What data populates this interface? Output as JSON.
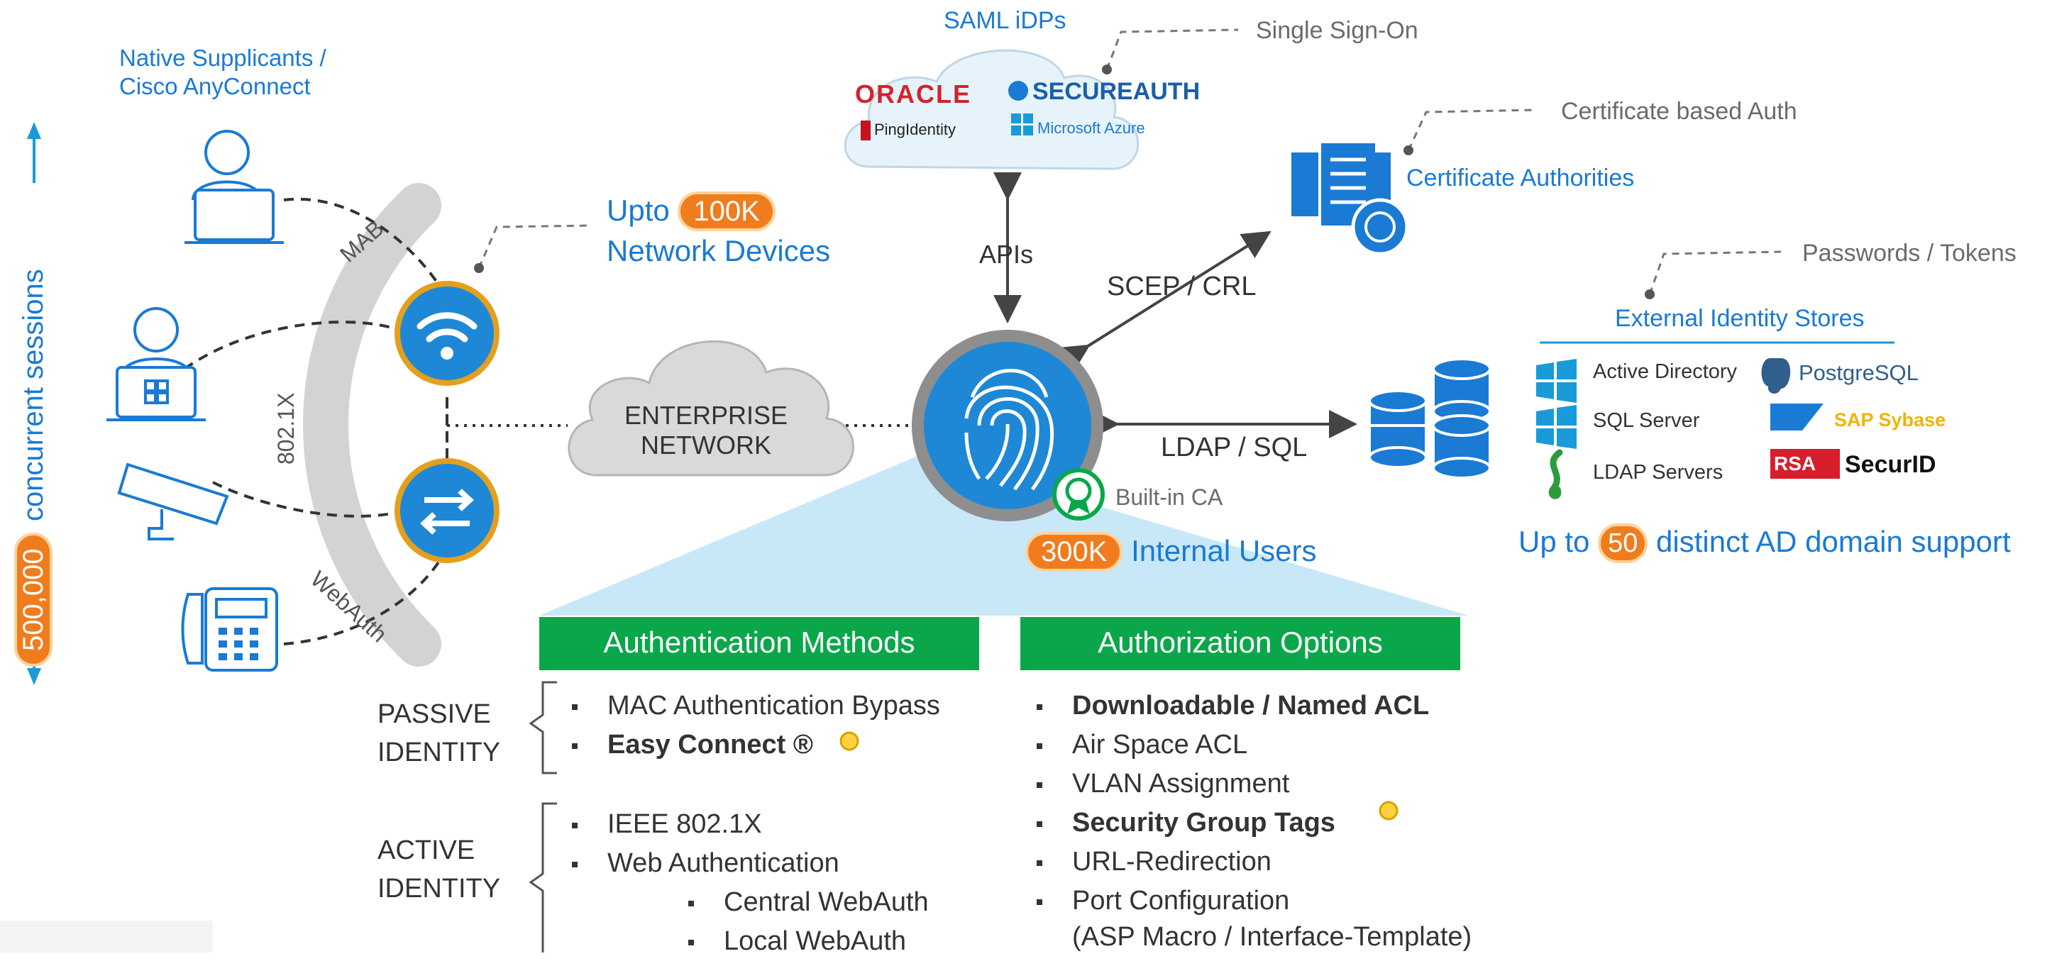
{
  "colors": {
    "blue": "#1a7ad4",
    "orange": "#f07c1e",
    "green": "#0aa74a",
    "grey": "#6b6b6b",
    "ring": "#d3d3d3",
    "hub": "#1e88d6"
  },
  "left": {
    "supplicants": [
      "Native Supplicants /",
      "Cisco AnyConnect"
    ],
    "sessions_count": "500,000",
    "sessions_label": "concurrent sessions",
    "arc_labels": {
      "mab": "MAB",
      "dot1x": "802.1X",
      "webauth": "WebAuth"
    },
    "endpoint_icons": [
      "mac-user-icon",
      "windows-user-icon",
      "camera-icon",
      "phone-icon"
    ]
  },
  "devices": {
    "prefix": "Upto",
    "count": "100K",
    "label": "Network Devices"
  },
  "network": {
    "line1": "ENTERPRISE",
    "line2": "NETWORK"
  },
  "saml": {
    "title": "SAML iDPs",
    "logos": [
      "ORACLE",
      "SECUREAUTH",
      "PingIdentity",
      "Microsoft Azure"
    ],
    "callout": "Single Sign-On",
    "link_label": "APIs"
  },
  "ca": {
    "title": "Certificate Authorities",
    "callout": "Certificate based Auth",
    "link_label": "SCEP / CRL"
  },
  "stores": {
    "callout": "Passwords / Tokens",
    "title": "External Identity Stores",
    "left_items": [
      "Active Directory",
      "SQL Server",
      "LDAP Servers"
    ],
    "right_logos": [
      "PostgreSQL",
      "SAP Sybase",
      "SecurID"
    ],
    "link_label": "LDAP / SQL",
    "ad_prefix": "Up to",
    "ad_count": "50",
    "ad_suffix": "distinct AD domain support"
  },
  "hub": {
    "builtin_ca": "Built-in CA",
    "users_count": "300K",
    "users_label": "Internal Users"
  },
  "authn": {
    "header": "Authentication Methods",
    "passive_label": [
      "PASSIVE",
      "IDENTITY"
    ],
    "active_label": [
      "ACTIVE",
      "IDENTITY"
    ],
    "passive_items": [
      "MAC Authentication Bypass",
      "Easy Connect ®"
    ],
    "active_items": [
      "IEEE 802.1X",
      "Web Authentication"
    ],
    "sub_items": [
      "Central WebAuth",
      "Local WebAuth"
    ]
  },
  "authz": {
    "header": "Authorization Options",
    "items": [
      "Downloadable / Named ACL",
      "Air Space ACL",
      "VLAN Assignment",
      "Security Group Tags",
      "URL-Redirection",
      "Port Configuration"
    ],
    "note": "(ASP Macro / Interface-Template)"
  }
}
